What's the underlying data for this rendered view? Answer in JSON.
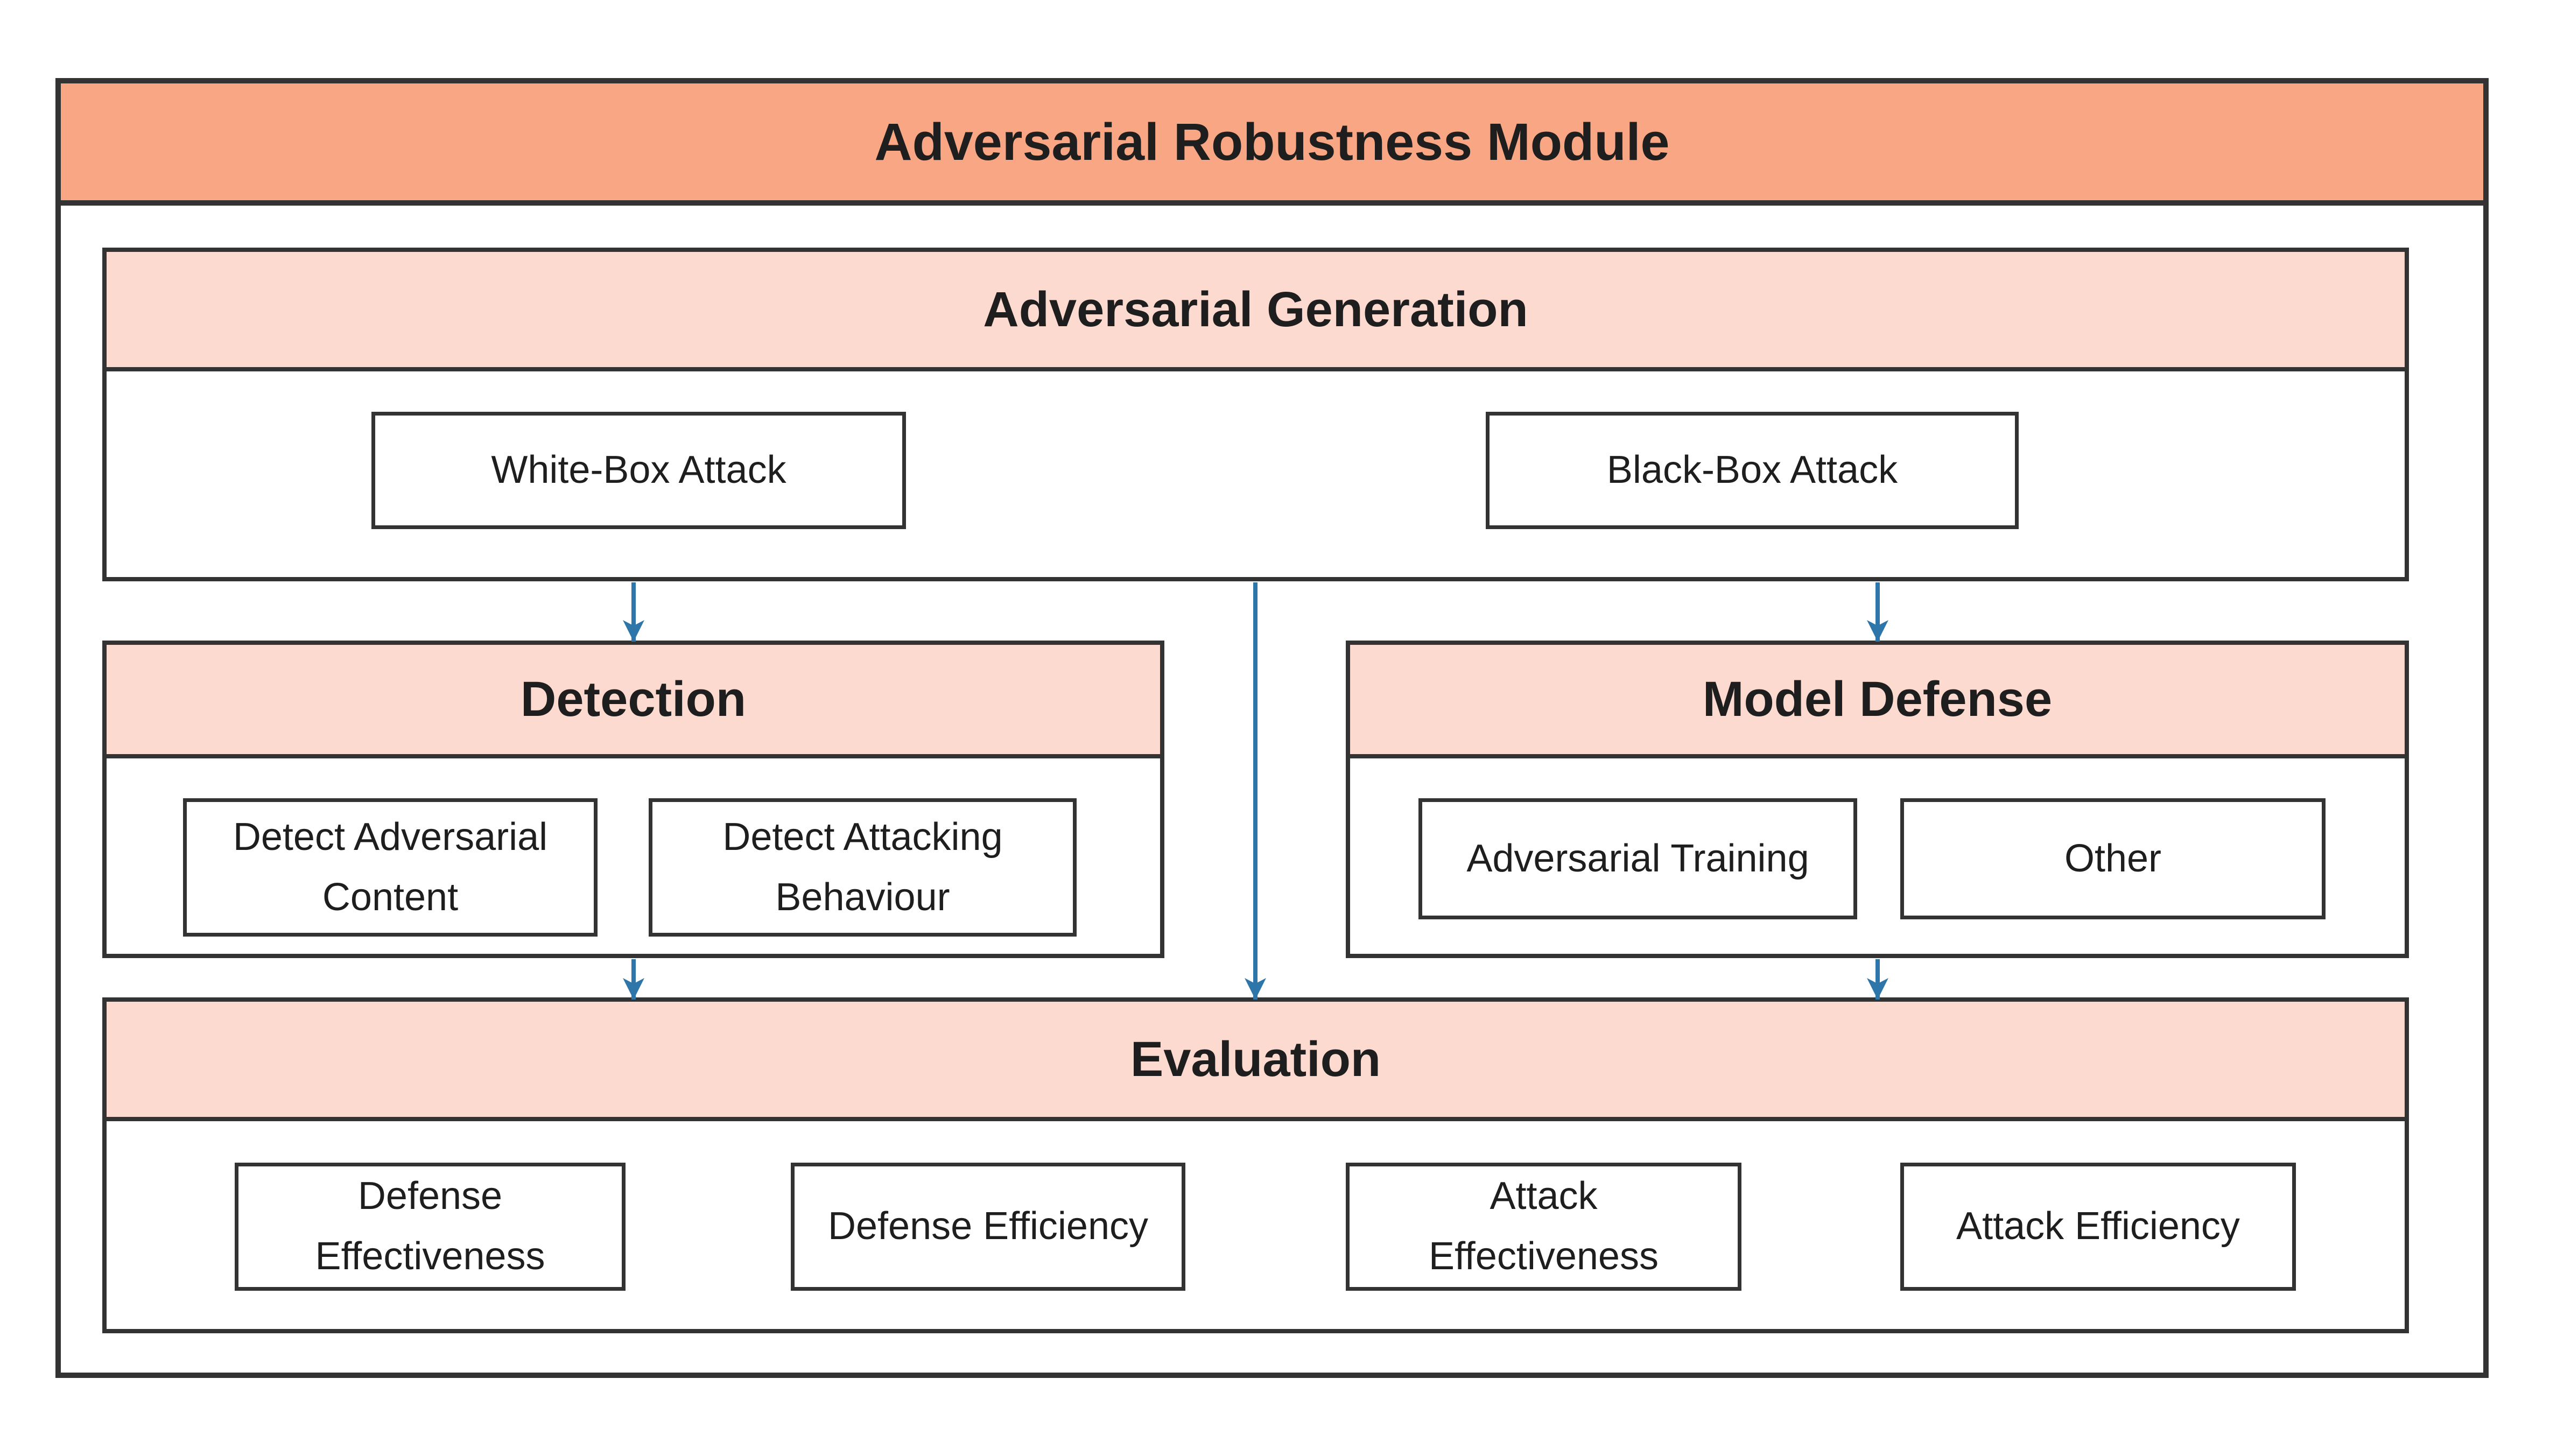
{
  "title": "Adversarial Robustness Module",
  "colors": {
    "title_bg": "#F9A685",
    "header_bg": "#FDDACF",
    "border": "#333333",
    "arrow": "#2E76A9",
    "box_bg": "#FFFFFF",
    "text": "#1E1E1E"
  },
  "sections": {
    "generation": {
      "label": "Adversarial Generation",
      "items": [
        "White-Box Attack",
        "Black-Box Attack"
      ]
    },
    "detection": {
      "label": "Detection",
      "items": [
        "Detect Adversarial Content",
        "Detect Attacking Behaviour"
      ]
    },
    "defense": {
      "label": "Model Defense",
      "items": [
        "Adversarial Training",
        "Other"
      ]
    },
    "evaluation": {
      "label": "Evaluation",
      "items": [
        "Defense Effectiveness",
        "Defense Efficiency",
        "Attack Effectiveness",
        "Attack Efficiency"
      ]
    }
  },
  "connections": [
    {
      "from": "Adversarial Generation",
      "to": "Detection"
    },
    {
      "from": "Adversarial Generation",
      "to": "Model Defense"
    },
    {
      "from": "Adversarial Generation",
      "to": "Evaluation"
    },
    {
      "from": "Detection",
      "to": "Evaluation"
    },
    {
      "from": "Model Defense",
      "to": "Evaluation"
    }
  ]
}
